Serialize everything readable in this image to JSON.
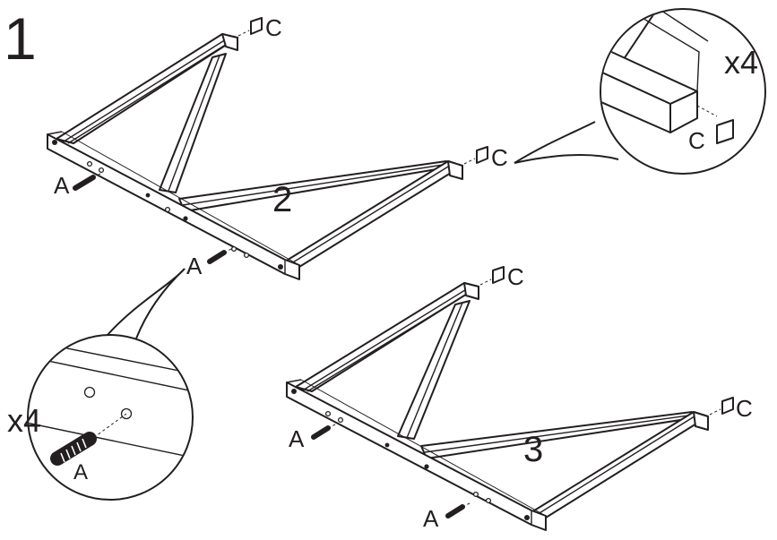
{
  "step_number": "1",
  "parts": {
    "dowel_label": "A",
    "cap_label": "C"
  },
  "frames": {
    "upper_id": "2",
    "lower_id": "3"
  },
  "callouts": {
    "cap_quantity": "x4",
    "dowel_quantity": "x4"
  },
  "colors": {
    "ink": "#231f20",
    "background": "#ffffff"
  },
  "icons": [
    "wood-dowel-icon",
    "end-cap-icon",
    "magnifier-callout-icon"
  ]
}
